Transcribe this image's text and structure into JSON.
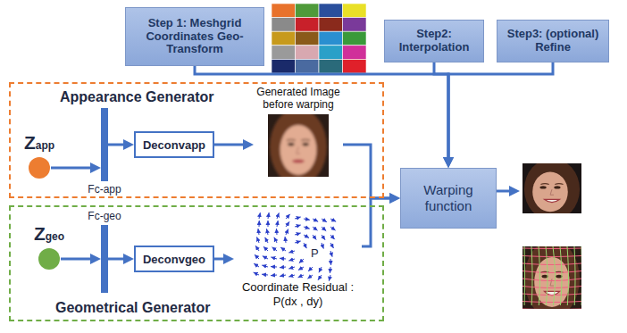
{
  "diagram": {
    "nodes": [
      {
        "text": [
          "Step 1: Meshgrid Coordinates Geo-Transform"
        ]
      },
      {
        "text": [
          "Step2: Interpolation"
        ]
      },
      {
        "text": [
          "Step3: (optional) Refine"
        ]
      },
      {
        "text": [
          "Appearance Generator"
        ]
      },
      {
        "text": [
          "Zapp"
        ],
        "in": 3
      },
      {
        "text": [
          "Fc-app"
        ],
        "in": 3
      },
      {
        "text": [
          "Deconvapp"
        ],
        "in": 3
      },
      {
        "text": [
          "Generated Image before warping"
        ],
        "in": 3
      },
      {
        "text": [
          "Geometrical Generator"
        ]
      },
      {
        "text": [
          "Zgeo"
        ],
        "in": 8
      },
      {
        "text": [
          "Fc-geo"
        ],
        "in": 8
      },
      {
        "text": [
          "Deconvgeo"
        ],
        "in": 8
      },
      {
        "text": [
          "P",
          "Coordinate Residual : P(dx , dy)"
        ],
        "in": 8
      },
      {
        "text": [
          "Warping function"
        ]
      }
    ],
    "edges": [
      {
        "from": 0,
        "to": 13,
        "arrow": "to"
      },
      {
        "from": 1,
        "to": 13,
        "arrow": "to"
      },
      {
        "from": 2,
        "to": 13,
        "arrow": "to"
      },
      {
        "from": 4,
        "to": 5,
        "arrow": "to"
      },
      {
        "from": 5,
        "to": 6,
        "arrow": "to"
      },
      {
        "from": 6,
        "to": 7,
        "arrow": "to"
      },
      {
        "from": 7,
        "to": 13,
        "arrow": "to"
      },
      {
        "from": 9,
        "to": 10,
        "arrow": "to"
      },
      {
        "from": 10,
        "to": 11,
        "arrow": "to"
      },
      {
        "from": 11,
        "to": 12,
        "arrow": "to"
      },
      {
        "from": 12,
        "to": 13,
        "arrow": "to"
      }
    ]
  }
}
